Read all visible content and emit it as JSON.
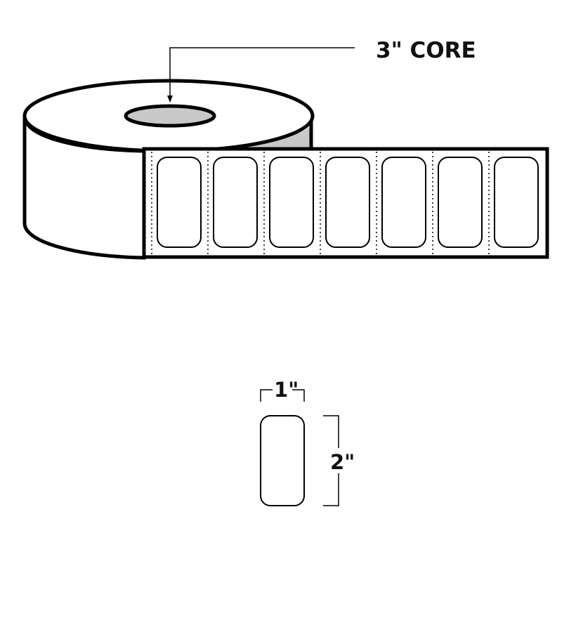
{
  "core_label": "3\" CORE",
  "width_label": "1\"",
  "height_label": "2\"",
  "label_count": 7,
  "colors": {
    "stroke": "#000000",
    "core_fill": "#c8c8c8",
    "paper": "#ffffff"
  }
}
